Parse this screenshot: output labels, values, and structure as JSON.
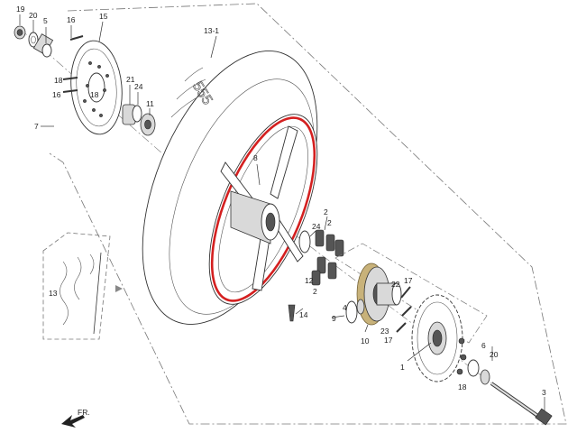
{
  "diagram": {
    "callouts": {
      "c19": "19",
      "c20a": "20",
      "c5": "5",
      "c16": "16",
      "c15": "15",
      "c18a": "18",
      "c16b": "16",
      "c18b": "18",
      "c21": "21",
      "c24a": "24",
      "c11": "11",
      "c7": "7",
      "c13_1": "13-1",
      "c8": "8",
      "c2a": "2",
      "c2b": "2",
      "c24b": "24",
      "c12": "12",
      "c2c": "2",
      "c13": "13",
      "c14": "14",
      "c9": "9",
      "c4": "4",
      "c22": "22",
      "c17a": "17",
      "c23": "23",
      "c17b": "17",
      "c10": "10",
      "c1": "1",
      "c18c": "18",
      "c6": "6",
      "c20b": "20",
      "c3": "3"
    },
    "tire_brand_text": "555",
    "direction_label": "FR."
  },
  "colors": {
    "rim_stripe": "#d42020",
    "line": "#333333"
  }
}
